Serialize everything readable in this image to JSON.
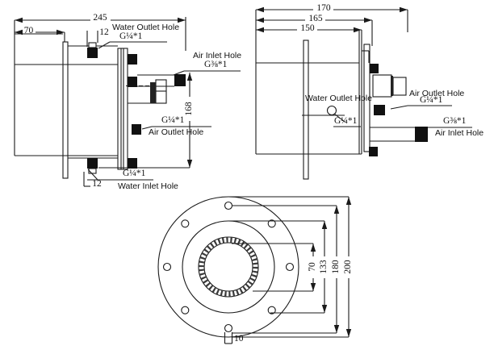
{
  "drawing": {
    "left_view": {
      "dim_245": "245",
      "dim_70": "70",
      "dim_12_top": "12",
      "dim_12_bottom": "12",
      "dim_168": "168",
      "water_outlet_label": "Water Outlet Hole",
      "water_outlet_spec": "G¼*1",
      "air_inlet_label": "Air Inlet Hole",
      "air_inlet_spec": "G⅜*1",
      "air_outlet_label": "Air Outlet Hole",
      "air_outlet_spec": "G¼*1",
      "water_inlet_label": "Water Inlet Hole",
      "water_inlet_spec": "G¼*1"
    },
    "right_view": {
      "dim_170": "170",
      "dim_165": "165",
      "dim_150": "150",
      "water_outlet_label": "Water Outlet Hole",
      "water_outlet_spec": "G¼*1",
      "air_outlet_label": "Air Outlet Hole",
      "air_outlet_spec": "G¼*1",
      "air_inlet_label": "Air Inlet Hole",
      "air_inlet_spec": "G⅜*1"
    },
    "bottom_view": {
      "dim_70": "70",
      "dim_133": "133",
      "dim_180": "180",
      "dim_200": "200",
      "dim_10": "10"
    },
    "colors": {
      "line": "#1a1a1a",
      "port_fill": "#111111",
      "background": "#ffffff"
    }
  }
}
